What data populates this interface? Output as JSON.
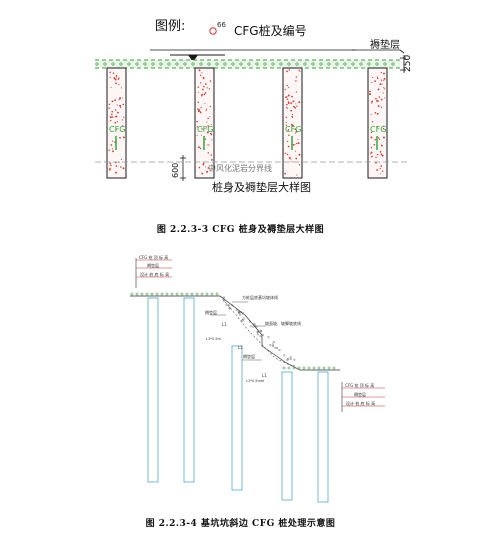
{
  "figure1": {
    "legend_title": "图例:",
    "legend_number": "66",
    "legend_label": "CFG桩及编号",
    "pile_label": "CFG",
    "cushion_label": "褥垫层",
    "cushion_thickness": "250",
    "layer_depth": "600",
    "boundary_label": "中风化泥岩分界线",
    "detail_title": "桩身及褥垫层大样图",
    "caption": "图 2.2.3-3   CFG 桩身及褥垫层大样图",
    "colors": {
      "pile_dot": "#d9372f",
      "pile_center": "#2fa83a",
      "line": "#1a1a1a",
      "cushion": "#3ca03c"
    }
  },
  "figure2": {
    "legend_top": [
      "CFG 桩 顶 标 高",
      "褥垫层",
      "设计 桩 底 标 高"
    ],
    "legend_bottom": [
      "CFG 桩 顶 标 高",
      "褥垫层",
      "设计 桩 底 标 高"
    ],
    "slope_labels": [
      "方桩层底基坑坡体线",
      "坡面坡、坡脚坡底线",
      "褥垫层",
      "褥垫层"
    ],
    "l_labels": [
      "L1",
      "L1",
      "L1"
    ],
    "dims": [
      "L1*0.5m",
      "L1*0.5mm"
    ],
    "caption": "图 2.2.3-4   基坑坑斜边 CFG 桩处理示意图",
    "colors": {
      "pile": "#3a9ac9",
      "line": "#333333",
      "cushion": "#2a8a2a"
    }
  }
}
